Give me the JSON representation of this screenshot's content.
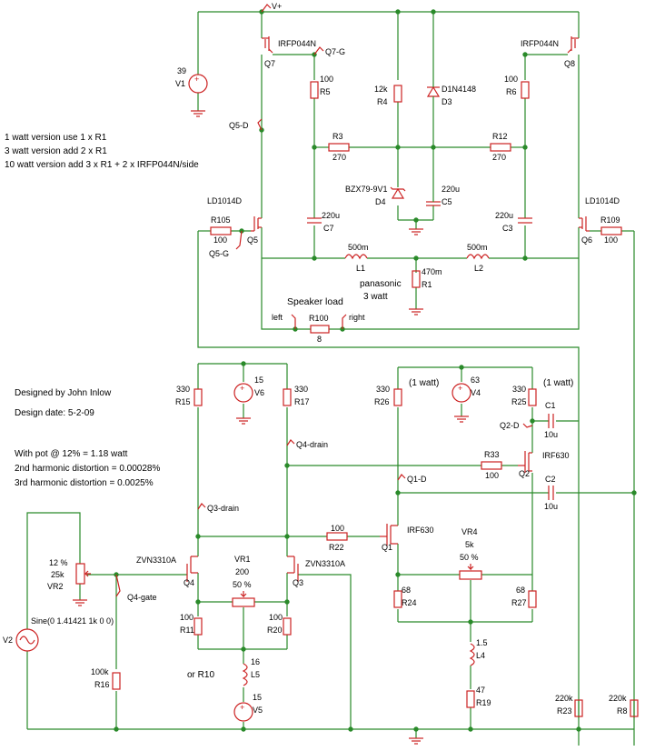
{
  "notes": {
    "line1": "1 watt version use 1 x R1",
    "line2": "3 watt version add 2 x R1",
    "line3": "10 watt version add 3 x R1 + 2 x IRFP044N/side",
    "designer": "Designed by John Inlow",
    "date": "Design date: 5-2-09",
    "pot": "With pot @ 12% = 1.18 watt",
    "h2": "2nd harmonic distortion = 0.00028%",
    "h3": "3rd harmonic distortion = 0.0025%",
    "speaker": "Speaker load",
    "panasonic": "panasonic",
    "watt3": "3 watt",
    "watt1a": "(1 watt)",
    "watt1b": "(1 watt)",
    "orR10": "or R10"
  },
  "nets": {
    "vplus": "V+",
    "q7g": "Q7-G",
    "q5d": "Q5-D",
    "q5g": "Q5-G",
    "left": "left",
    "right": "right",
    "q4drain": "Q4-drain",
    "q3drain": "Q3-drain",
    "q1d": "Q1-D",
    "q2d": "Q2-D",
    "q4gate": "Q4-gate"
  },
  "parts": {
    "v1": {
      "name": "V1",
      "value": "39"
    },
    "q7": {
      "name": "Q7",
      "value": "IRFP044N"
    },
    "q8": {
      "name": "Q8",
      "value": "IRFP044N"
    },
    "r5": {
      "name": "R5",
      "value": "100"
    },
    "r4": {
      "name": "R4",
      "value": "12k"
    },
    "d3": {
      "name": "D3",
      "value": "D1N4148"
    },
    "r6": {
      "name": "R6",
      "value": "100"
    },
    "r3": {
      "name": "R3",
      "value": "270"
    },
    "r12": {
      "name": "R12",
      "value": "270"
    },
    "d4": {
      "name": "D4",
      "value": "BZX79-9V1"
    },
    "c5": {
      "name": "C5",
      "value": "220u"
    },
    "c7": {
      "name": "C7",
      "value": "220u"
    },
    "c3": {
      "name": "C3",
      "value": "220u"
    },
    "q5": {
      "name": "Q5",
      "value": "LD1014D"
    },
    "q6": {
      "name": "Q6",
      "value": "LD1014D"
    },
    "r105": {
      "name": "R105",
      "value": "100"
    },
    "r109": {
      "name": "R109",
      "value": "100"
    },
    "l1": {
      "name": "L1",
      "value": "500m"
    },
    "l2": {
      "name": "L2",
      "value": "500m"
    },
    "r1": {
      "name": "R1",
      "value": "470m"
    },
    "r100": {
      "name": "R100",
      "value": "8"
    },
    "r15": {
      "name": "R15",
      "value": "330"
    },
    "v6": {
      "name": "V6",
      "value": "15"
    },
    "r17": {
      "name": "R17",
      "value": "330"
    },
    "r26": {
      "name": "R26",
      "value": "330"
    },
    "v4": {
      "name": "V4",
      "value": "63"
    },
    "r25": {
      "name": "R25",
      "value": "330"
    },
    "c1": {
      "name": "C1",
      "value": "10u"
    },
    "r33": {
      "name": "R33",
      "value": "100"
    },
    "q2": {
      "name": "Q2",
      "value": "IRF630"
    },
    "c2": {
      "name": "C2",
      "value": "10u"
    },
    "r22": {
      "name": "R22",
      "value": "100"
    },
    "q1": {
      "name": "Q1",
      "value": "IRF630"
    },
    "vr2": {
      "name": "VR2",
      "value": "25k",
      "pct": "12 %"
    },
    "q4": {
      "name": "Q4",
      "value": "ZVN3310A"
    },
    "q3": {
      "name": "Q3",
      "value": "ZVN3310A"
    },
    "vr1": {
      "name": "VR1",
      "value": "200",
      "pct": "50 %"
    },
    "vr4": {
      "name": "VR4",
      "value": "5k",
      "pct": "50 %"
    },
    "r24": {
      "name": "R24",
      "value": "68"
    },
    "r27": {
      "name": "R27",
      "value": "68"
    },
    "r11": {
      "name": "R11",
      "value": "100"
    },
    "r20": {
      "name": "R20",
      "value": "100"
    },
    "l5": {
      "name": "L5",
      "value": "16"
    },
    "v5": {
      "name": "V5",
      "value": "15"
    },
    "l4": {
      "name": "L4",
      "value": "1.5"
    },
    "r19": {
      "name": "R19",
      "value": "47"
    },
    "v2": {
      "name": "V2",
      "value": "Sine(0 1.41421 1k 0 0)"
    },
    "r16": {
      "name": "R16",
      "value": "100k"
    },
    "r23": {
      "name": "R23",
      "value": "220k"
    },
    "r8": {
      "name": "R8",
      "value": "220k"
    }
  },
  "colors": {
    "wire": "#2a8a2a",
    "component": "#cc2222",
    "text": "#000000",
    "background": "#ffffff"
  }
}
